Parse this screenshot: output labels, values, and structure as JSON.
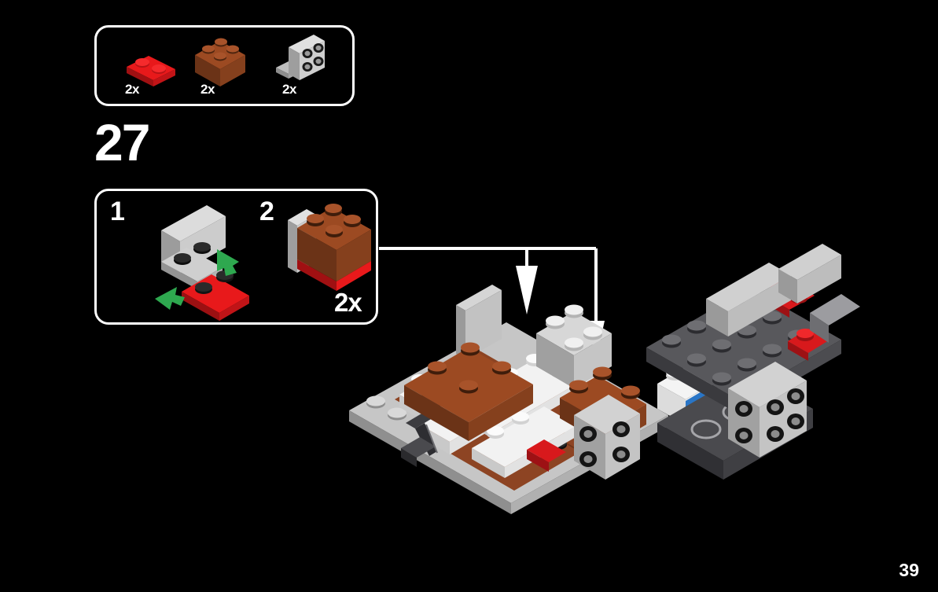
{
  "page": {
    "number": "39",
    "background_color": "#000000",
    "line_color": "#ffffff"
  },
  "step": {
    "number": "27"
  },
  "parts_inventory": {
    "name": "parts-callout",
    "items": [
      {
        "qty": "2x",
        "part": "plate-1x2",
        "color_name": "red",
        "color": "#e8191b"
      },
      {
        "qty": "2x",
        "part": "brick-2x2",
        "color_name": "brown",
        "color": "#9c4a22"
      },
      {
        "qty": "2x",
        "part": "bracket-2x2",
        "color_name": "light-grey",
        "color": "#cdcdcd"
      }
    ]
  },
  "sub_assembly": {
    "name": "sub-assembly-callout",
    "steps": [
      {
        "label": "1",
        "qty": ""
      },
      {
        "label": "2",
        "qty": "2x"
      }
    ],
    "arrow_color": "#2ea84f"
  },
  "model": {
    "name": "main-model",
    "colors": {
      "brown": "#8d4423",
      "brown_light": "#a0512b",
      "brown_dark": "#6d3319",
      "white": "#f2f2f2",
      "white_shade": "#d8d8d8",
      "light_grey": "#c8c8c8",
      "light_grey_dark": "#a8a8a8",
      "dark_grey": "#555558",
      "dark_grey_dark": "#3c3c40",
      "mid_grey": "#9a9a9e",
      "red": "#d8191c",
      "blue": "#1f6fc4",
      "black": "#1c1c1c"
    }
  },
  "annotations": {
    "leader_arrows": 2
  }
}
